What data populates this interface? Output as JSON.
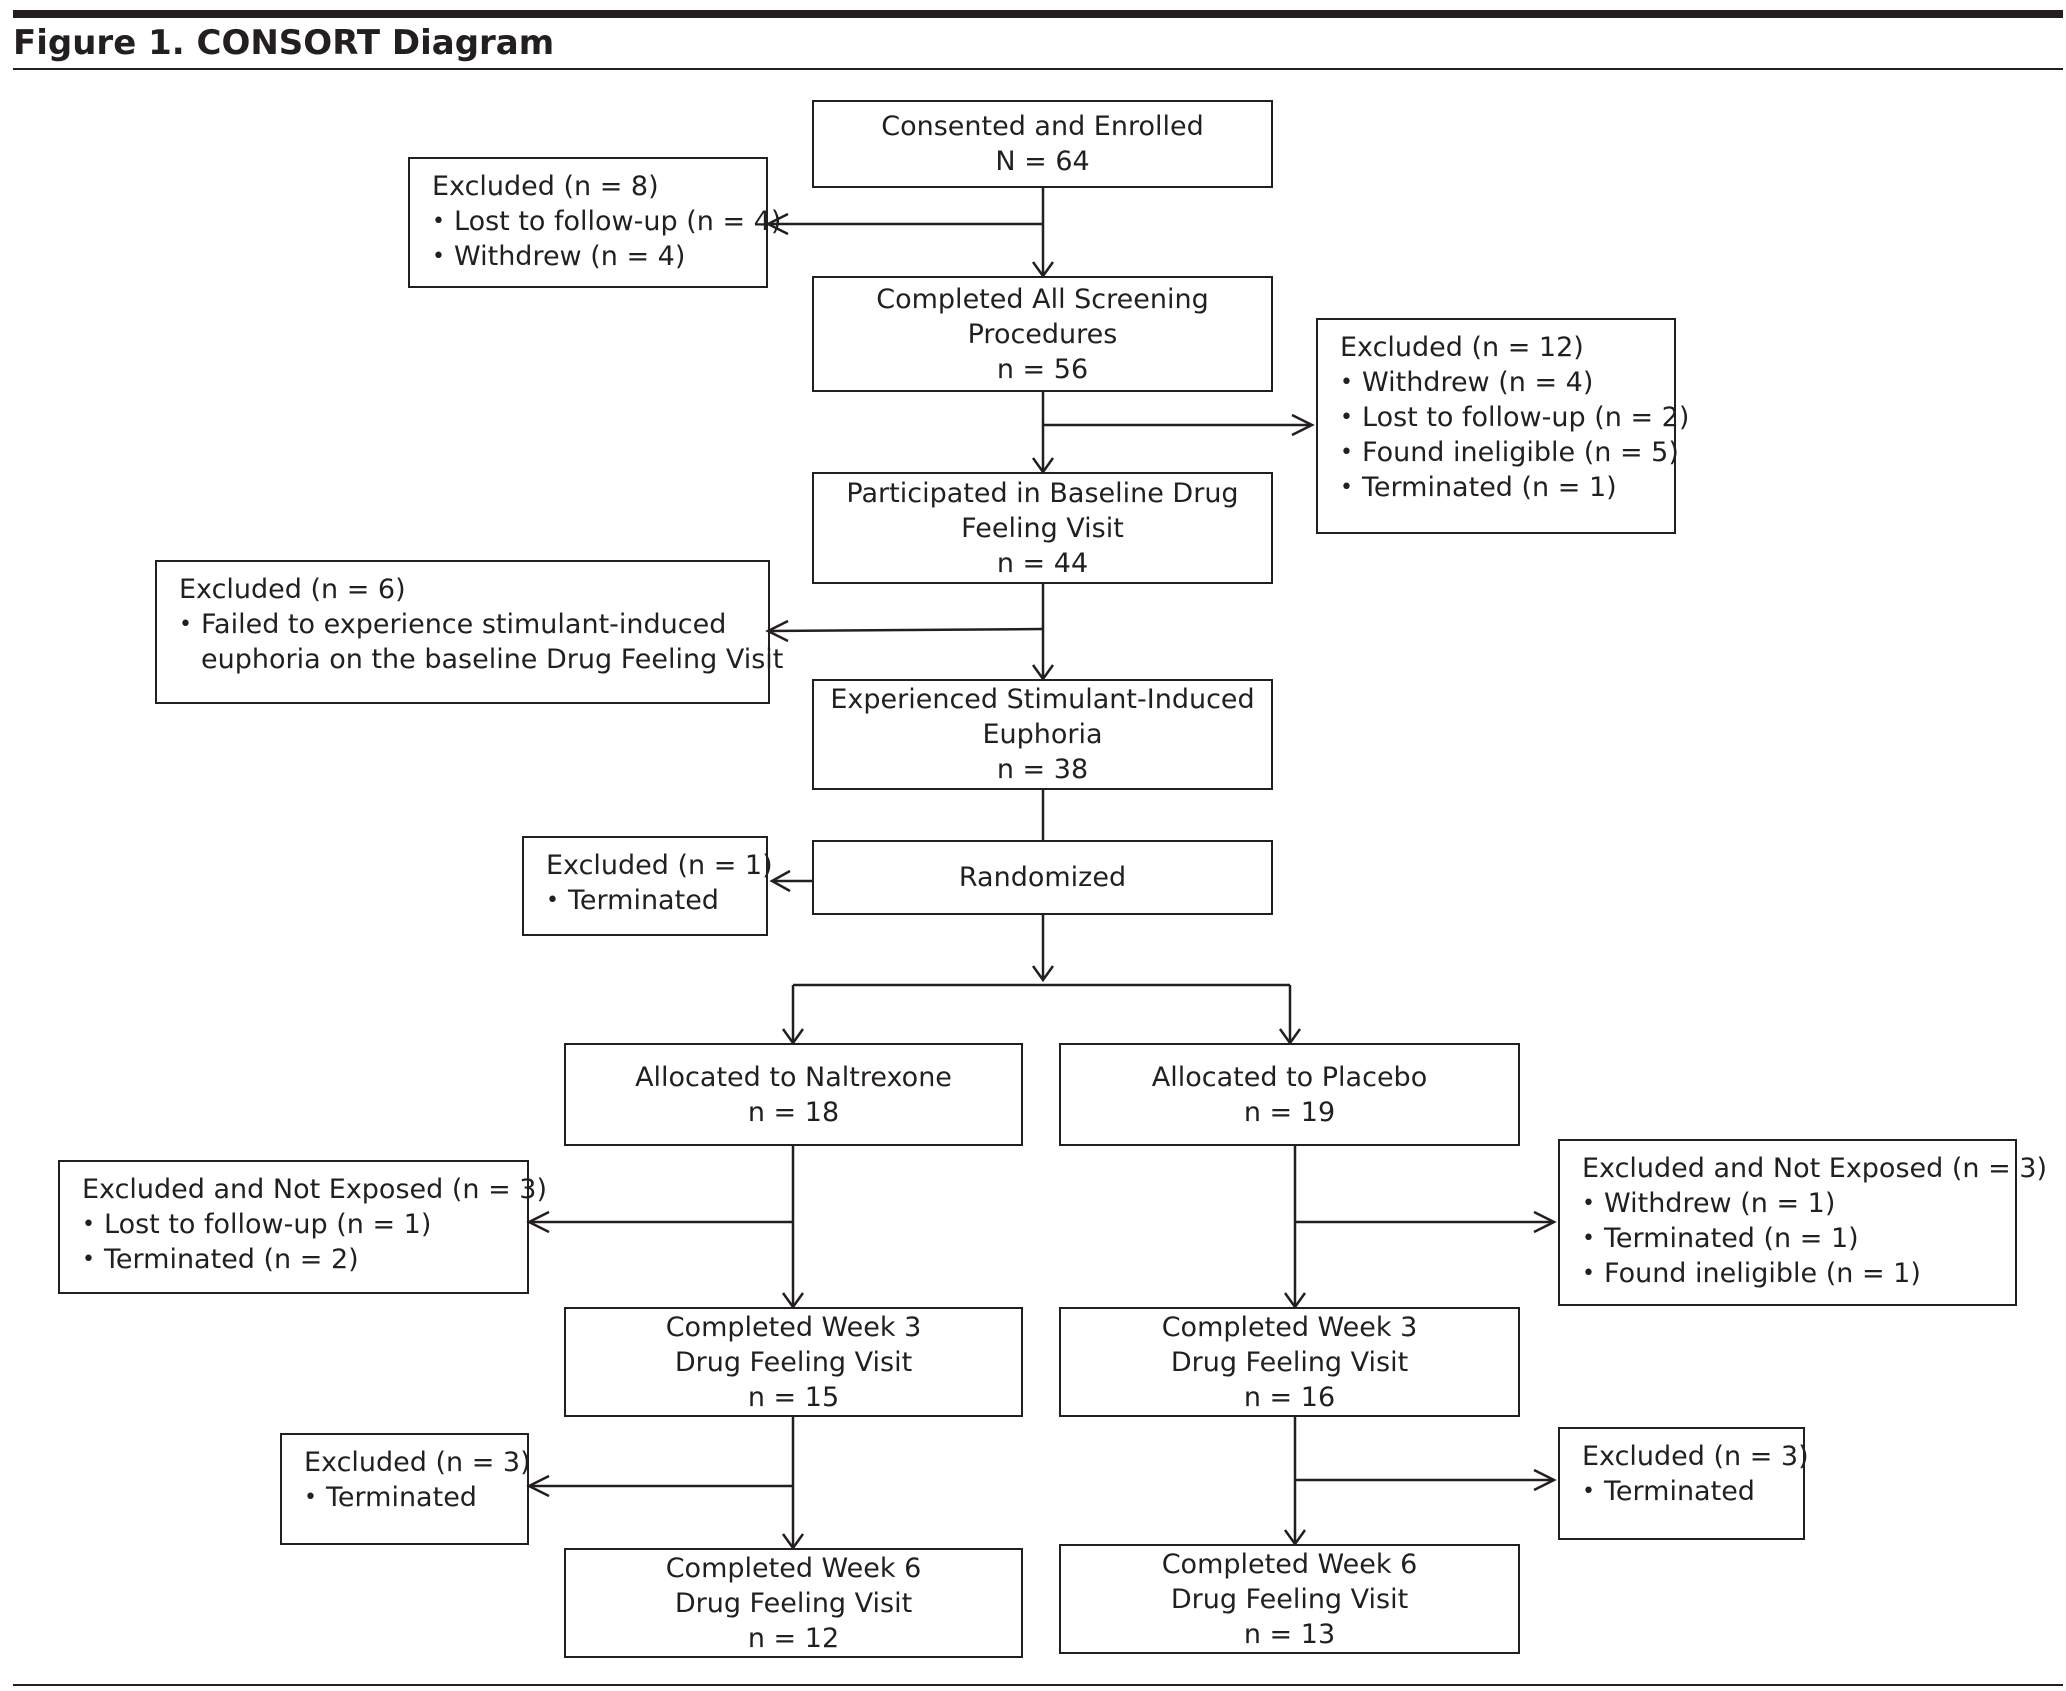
{
  "figure_title": "Figure 1. CONSORT Diagram",
  "nodes": {
    "enrolled": [
      "Consented and Enrolled",
      "N = 64"
    ],
    "screening": [
      "Completed All Screening",
      "Procedures",
      "n = 56"
    ],
    "baseline": [
      "Participated in Baseline Drug",
      "Feeling Visit",
      "n = 44"
    ],
    "euphoria": [
      "Experienced Stimulant-Induced",
      "Euphoria",
      "n = 38"
    ],
    "randomized": [
      "Randomized"
    ],
    "naltrexone": [
      "Allocated to Naltrexone",
      "n = 18"
    ],
    "placebo": [
      "Allocated to Placebo",
      "n = 19"
    ],
    "nal_week3": [
      "Completed Week 3",
      "Drug Feeling Visit",
      "n = 15"
    ],
    "pla_week3": [
      "Completed Week 3",
      "Drug Feeling Visit",
      "n = 16"
    ],
    "nal_week6": [
      "Completed Week 6",
      "Drug Feeling Visit",
      "n = 12"
    ],
    "pla_week6": [
      "Completed Week 6",
      "Drug Feeling Visit",
      "n = 13"
    ]
  },
  "exclusions": {
    "ex1": {
      "heading": "Excluded (n = 8)",
      "items": [
        "Lost to follow-up (n = 4)",
        "Withdrew (n = 4)"
      ]
    },
    "ex2": {
      "heading": "Excluded (n = 12)",
      "items": [
        "Withdrew (n = 4)",
        "Lost to follow-up (n = 2)",
        "Found ineligible (n = 5)",
        "Terminated (n = 1)"
      ]
    },
    "ex3": {
      "heading": "Excluded (n = 6)",
      "items": [
        "Failed to experience stimulant-induced",
        "euphoria on the baseline Drug Feeling Visit"
      ]
    },
    "ex4": {
      "heading": "Excluded (n = 1)",
      "items": [
        "Terminated"
      ]
    },
    "ex5": {
      "heading": "Excluded and Not Exposed (n = 3)",
      "items": [
        "Lost to follow-up (n = 1)",
        "Terminated (n = 2)"
      ]
    },
    "ex6": {
      "heading": "Excluded and Not Exposed (n = 3)",
      "items": [
        "Withdrew  (n = 1)",
        "Terminated (n = 1)",
        "Found ineligible  (n = 1)"
      ]
    },
    "ex7": {
      "heading": "Excluded (n = 3)",
      "items": [
        "Terminated"
      ]
    },
    "ex8": {
      "heading": "Excluded (n = 3)",
      "items": [
        "Terminated"
      ]
    }
  }
}
